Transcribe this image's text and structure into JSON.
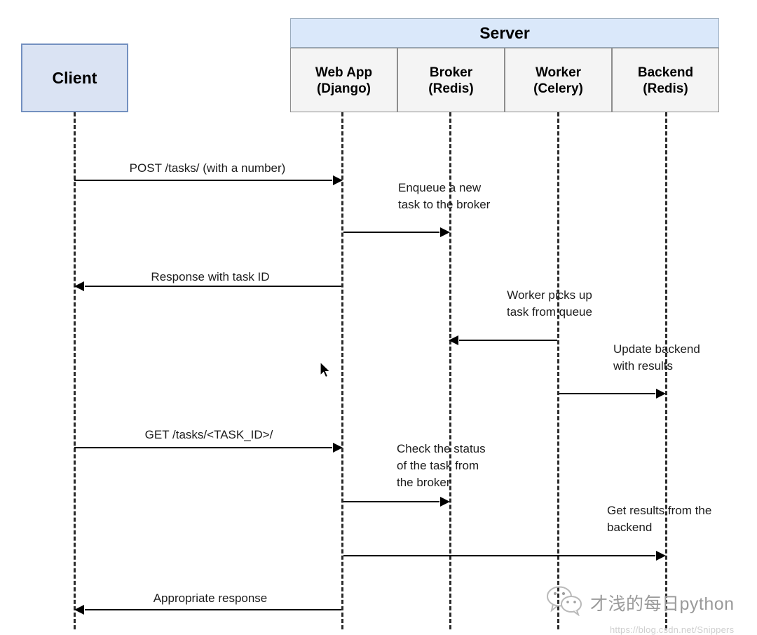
{
  "diagram": {
    "title": "Celery task flow sequence diagram",
    "colors": {
      "client_fill": "#dae3f3",
      "client_border": "#7390c0",
      "server_fill": "#dae8fa",
      "participant_fill": "#f4f4f4",
      "participant_border": "#8d8d8d",
      "line": "#000000",
      "lifeline": "#2b2b2b"
    },
    "client": {
      "label": "Client"
    },
    "server": {
      "label": "Server"
    },
    "participants": [
      {
        "name": "Web App",
        "tech": "(Django)"
      },
      {
        "name": "Broker",
        "tech": "(Redis)"
      },
      {
        "name": "Worker",
        "tech": "(Celery)"
      },
      {
        "name": "Backend",
        "tech": "(Redis)"
      }
    ],
    "messages": [
      {
        "id": "post-tasks",
        "label": "POST /tasks/ (with a number)",
        "from": "Client",
        "to": "Web App",
        "direction": "right"
      },
      {
        "id": "enqueue-task",
        "label": "",
        "from": "Web App",
        "to": "Broker",
        "direction": "right"
      },
      {
        "id": "response-task-id",
        "label": "Response with task ID",
        "from": "Web App",
        "to": "Client",
        "direction": "left"
      },
      {
        "id": "worker-pickup",
        "label": "",
        "from": "Worker",
        "to": "Broker",
        "direction": "left"
      },
      {
        "id": "update-backend",
        "label": "",
        "from": "Worker",
        "to": "Backend",
        "direction": "right"
      },
      {
        "id": "get-task-status",
        "label": "GET /tasks/<TASK_ID>/",
        "from": "Client",
        "to": "Web App",
        "direction": "right"
      },
      {
        "id": "check-status",
        "label": "",
        "from": "Web App",
        "to": "Broker",
        "direction": "right"
      },
      {
        "id": "get-results",
        "label": "",
        "from": "Web App",
        "to": "Backend",
        "direction": "right"
      },
      {
        "id": "appropriate-response",
        "label": "Appropriate response",
        "from": "Web App",
        "to": "Client",
        "direction": "left"
      }
    ],
    "notes": [
      {
        "id": "enqueue-note",
        "text": "Enqueue a new\ntask to the broker"
      },
      {
        "id": "worker-pickup-note",
        "text": "Worker picks up\ntask from queue"
      },
      {
        "id": "update-backend-note",
        "text": "Update backend\nwith results"
      },
      {
        "id": "check-status-note",
        "text": "Check the status\nof the task from\nthe broker"
      },
      {
        "id": "get-results-note",
        "text": "Get results from the\nbackend"
      }
    ]
  },
  "watermark": {
    "account": "才浅的每日python",
    "url": "https://blog.csdn.net/Snippers"
  }
}
